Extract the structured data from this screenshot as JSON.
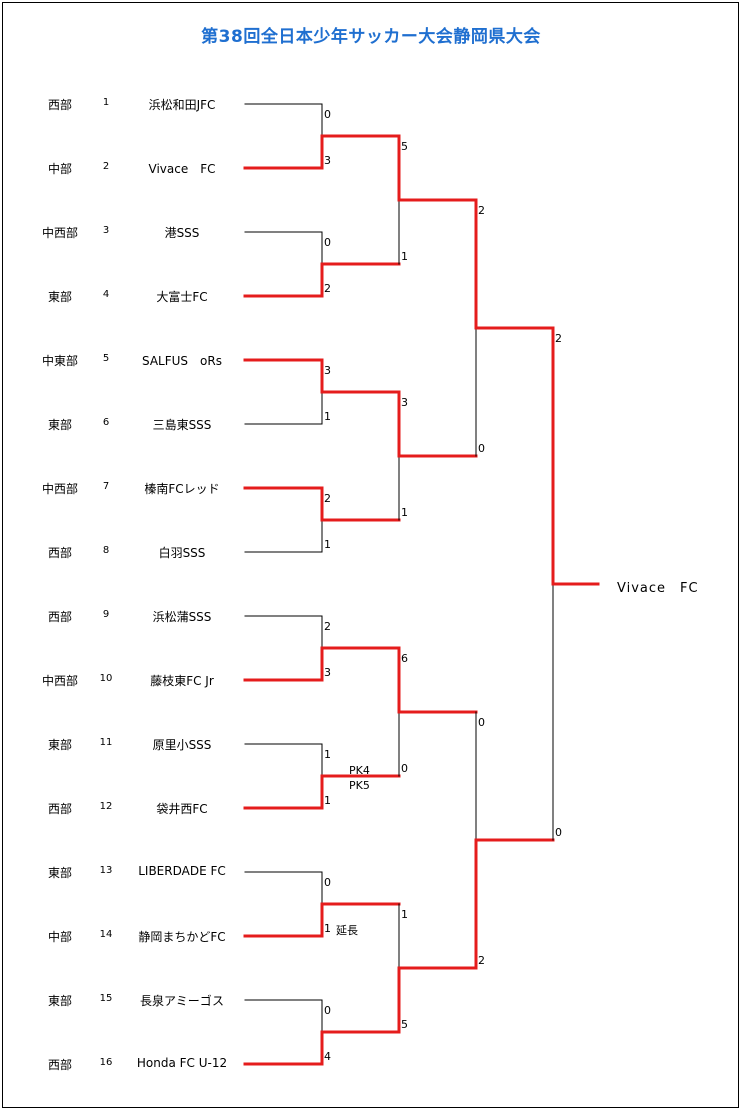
{
  "title": "第38回全日本少年サッカー大会静岡県大会",
  "colors": {
    "title": "#1f6fd0",
    "winner_line": "#e51c1c",
    "line": "#000000"
  },
  "teams": [
    {
      "region": "西部",
      "seed": "1",
      "name": "浜松和田JFC"
    },
    {
      "region": "中部",
      "seed": "2",
      "name": "Vivace　FC"
    },
    {
      "region": "中西部",
      "seed": "3",
      "name": "港SSS"
    },
    {
      "region": "東部",
      "seed": "4",
      "name": "大富士FC"
    },
    {
      "region": "中東部",
      "seed": "5",
      "name": "SALFUS　oRs"
    },
    {
      "region": "東部",
      "seed": "6",
      "name": "三島東SSS"
    },
    {
      "region": "中西部",
      "seed": "7",
      "name": "榛南FCレッド"
    },
    {
      "region": "西部",
      "seed": "8",
      "name": "白羽SSS"
    },
    {
      "region": "西部",
      "seed": "9",
      "name": "浜松蒲SSS"
    },
    {
      "region": "中西部",
      "seed": "10",
      "name": "藤枝東FC Jr"
    },
    {
      "region": "東部",
      "seed": "11",
      "name": "原里小SSS"
    },
    {
      "region": "西部",
      "seed": "12",
      "name": "袋井西FC"
    },
    {
      "region": "東部",
      "seed": "13",
      "name": "LIBERDADE FC"
    },
    {
      "region": "中部",
      "seed": "14",
      "name": "静岡まちかどFC"
    },
    {
      "region": "東部",
      "seed": "15",
      "name": "長泉アミーゴス"
    },
    {
      "region": "西部",
      "seed": "16",
      "name": "Honda FC U-12"
    }
  ],
  "rounds": [
    [
      {
        "scores": [
          "0",
          "3"
        ],
        "winner": 1
      },
      {
        "scores": [
          "0",
          "2"
        ],
        "winner": 1
      },
      {
        "scores": [
          "3",
          "1"
        ],
        "winner": 0
      },
      {
        "scores": [
          "2",
          "1"
        ],
        "winner": 0
      },
      {
        "scores": [
          "2",
          "3"
        ],
        "winner": 1
      },
      {
        "scores": [
          "1",
          "1"
        ],
        "winner": 1,
        "note": [
          "PK4",
          "PK5"
        ]
      },
      {
        "scores": [
          "0",
          "1"
        ],
        "winner": 1,
        "note_after_second": "延長"
      },
      {
        "scores": [
          "0",
          "4"
        ],
        "winner": 1
      }
    ],
    [
      {
        "scores": [
          "5",
          "1"
        ],
        "winner": 0
      },
      {
        "scores": [
          "3",
          "1"
        ],
        "winner": 0
      },
      {
        "scores": [
          "6",
          "0"
        ],
        "winner": 0
      },
      {
        "scores": [
          "1",
          "5"
        ],
        "winner": 1
      }
    ],
    [
      {
        "scores": [
          "2",
          "0"
        ],
        "winner": 0
      },
      {
        "scores": [
          "0",
          "2"
        ],
        "winner": 1
      }
    ],
    [
      {
        "scores": [
          "2",
          "0"
        ],
        "winner": 0
      }
    ]
  ],
  "champion": "Vivace　FC"
}
